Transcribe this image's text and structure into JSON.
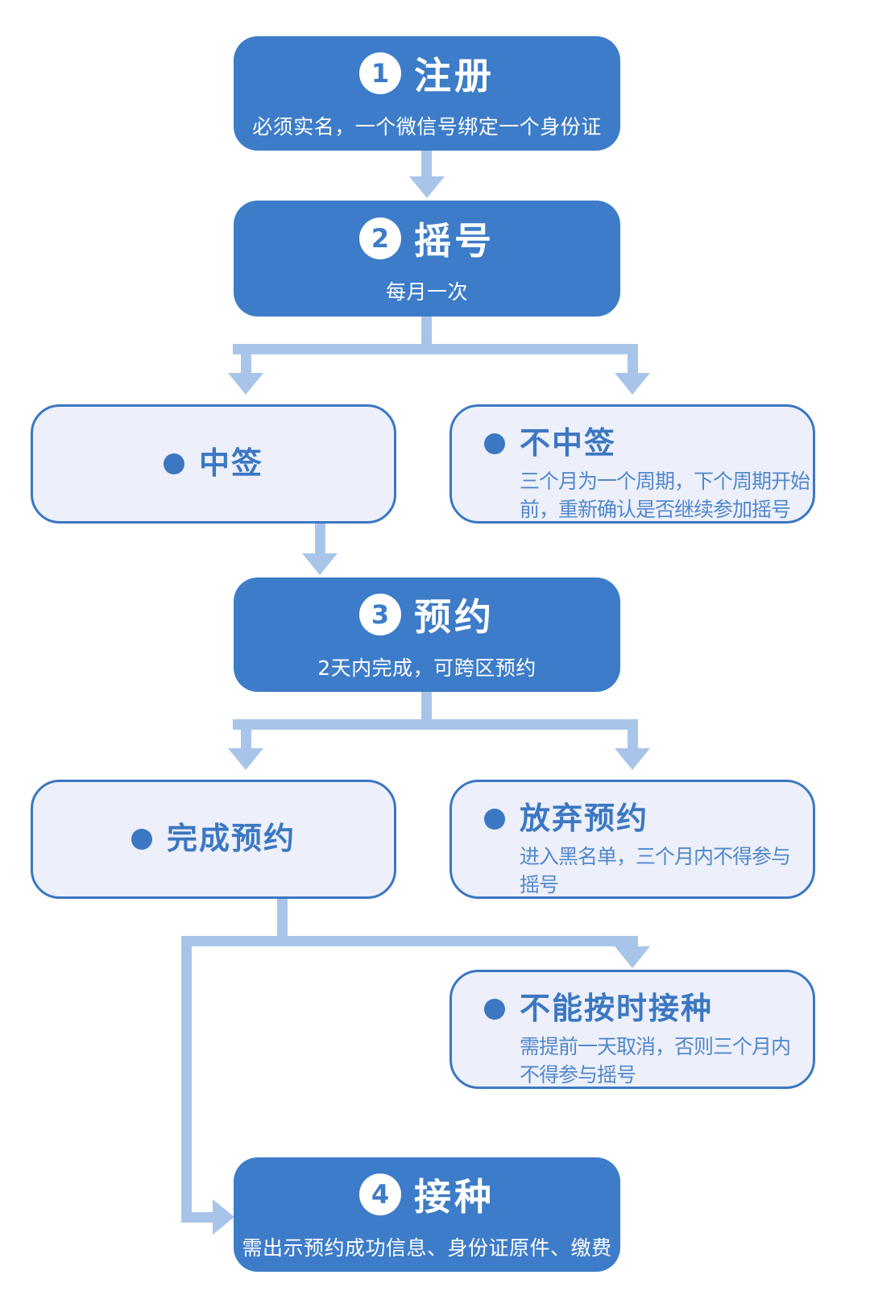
{
  "flow": {
    "step1": {
      "number": "1",
      "title": "注册",
      "subtitle": "必须实名，一个微信号绑定一个身份证"
    },
    "step2": {
      "number": "2",
      "title": "摇号",
      "subtitle": "每月一次"
    },
    "outcome_win": {
      "title": "中签"
    },
    "outcome_lose": {
      "title": "不中签",
      "detail_lines": [
        "三个月为一个周期，下个周期开始",
        "前，重新确认是否继续参加摇号"
      ]
    },
    "step3": {
      "number": "3",
      "title": "预约",
      "subtitle": "2天内完成，可跨区预约"
    },
    "outcome_complete": {
      "title": "完成预约"
    },
    "outcome_abandon": {
      "title": "放弃预约",
      "detail_lines": [
        "进入黑名单，三个月内不得参与",
        "摇号"
      ]
    },
    "outcome_miss": {
      "title": "不能按时接种",
      "detail_lines": [
        "需提前一天取消，否则三个月内",
        "不得参与摇号"
      ]
    },
    "step4": {
      "number": "4",
      "title": "接种",
      "subtitle": "需出示预约成功信息、身份证原件、缴费"
    }
  },
  "colors": {
    "box-blue": "#3d7cc8",
    "connector": "#a8c5e9",
    "light-bg": "#edf0fa",
    "border-blue": "#3b77c2",
    "title-blue": "#3b77c2",
    "detail-blue": "#5187cc",
    "white": "#ffffff"
  }
}
